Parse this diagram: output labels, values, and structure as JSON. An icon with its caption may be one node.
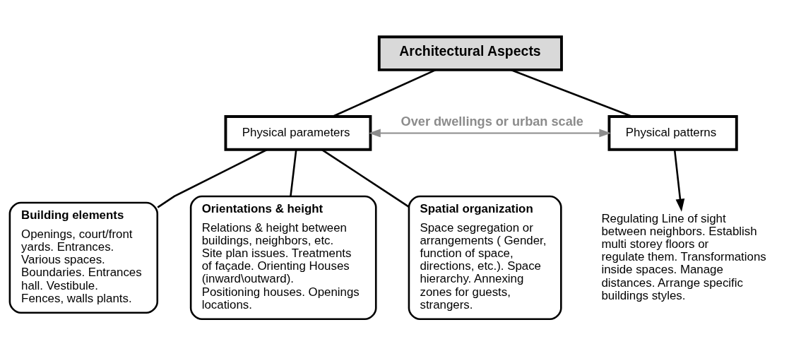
{
  "diagram": {
    "nodes": [
      {
        "text": [
          "Architectural Aspects"
        ]
      },
      {
        "text": [
          "Physical parameters"
        ]
      },
      {
        "text": [
          "Physical patterns"
        ]
      },
      {
        "text": [
          "Building elements",
          "Openings, court/front yards. Entrances. Various spaces. Boundaries. Entrances hall. Vestibule. Fences, walls plants."
        ]
      },
      {
        "text": [
          "Orientations & height",
          "Relations & height between buildings, neighbors, etc. Site plan issues. Treatments of façade. Orienting Houses (inward\\outward). Positioning houses. Openings locations."
        ]
      },
      {
        "text": [
          "Spatial organization",
          "Space segregation or arrangements ( Gender, function of space, directions, etc.). Space hierarchy. Annexing zones for guests, strangers."
        ]
      },
      {
        "text": [
          "Regulating Line of sight between neighbors. Establish multi storey floors or regulate them. Transformations inside spaces. Manage distances. Arrange specific buildings styles."
        ]
      }
    ],
    "edges": [
      {
        "from": 0,
        "to": 1,
        "arrow": "none"
      },
      {
        "from": 0,
        "to": 2,
        "arrow": "none"
      },
      {
        "from": 1,
        "to": 3,
        "arrow": "none"
      },
      {
        "from": 1,
        "to": 4,
        "arrow": "none"
      },
      {
        "from": 1,
        "to": 5,
        "arrow": "none"
      },
      {
        "from": 1,
        "to": 2,
        "arrow": "both",
        "label": "Over dwellings or urban scale",
        "color": "#8c8c8c"
      },
      {
        "from": 2,
        "to": 6,
        "arrow": "to"
      }
    ]
  }
}
